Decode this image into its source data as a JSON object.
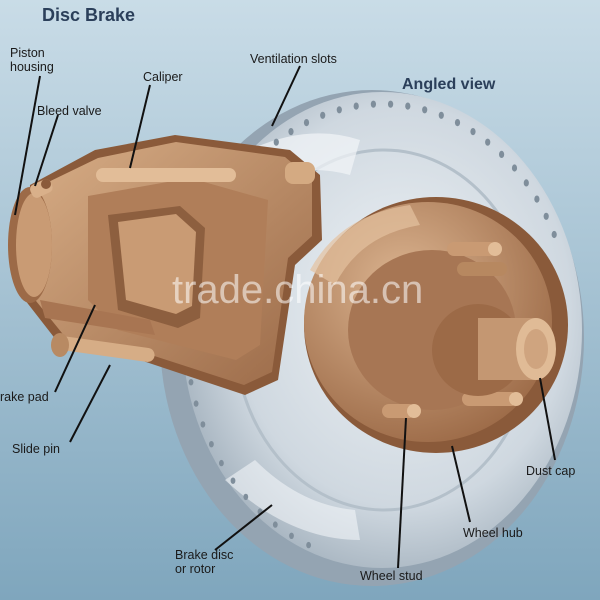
{
  "title": "Disc Brake",
  "subtitle": "Angled view",
  "watermark": "trade.china.cn",
  "labels": {
    "piston_housing_1": "Piston",
    "piston_housing_2": "housing",
    "bleed_valve": "Bleed valve",
    "caliper": "Caliper",
    "ventilation_slots": "Ventilation slots",
    "brake_pad": "rake pad",
    "slide_pin": "Slide pin",
    "brake_disc_1": "Brake disc",
    "brake_disc_2": "or rotor",
    "wheel_stud": "Wheel stud",
    "wheel_hub": "Wheel hub",
    "dust_cap": "Dust cap"
  },
  "colors": {
    "background_top": "#c9dce7",
    "background_bottom": "#7fa6bd",
    "metal": "#b7855f",
    "metal_light": "#d9b08a",
    "metal_dark": "#8a5a3a",
    "disc": "#d5dee6",
    "disc_shadow": "#9aa9b6"
  }
}
